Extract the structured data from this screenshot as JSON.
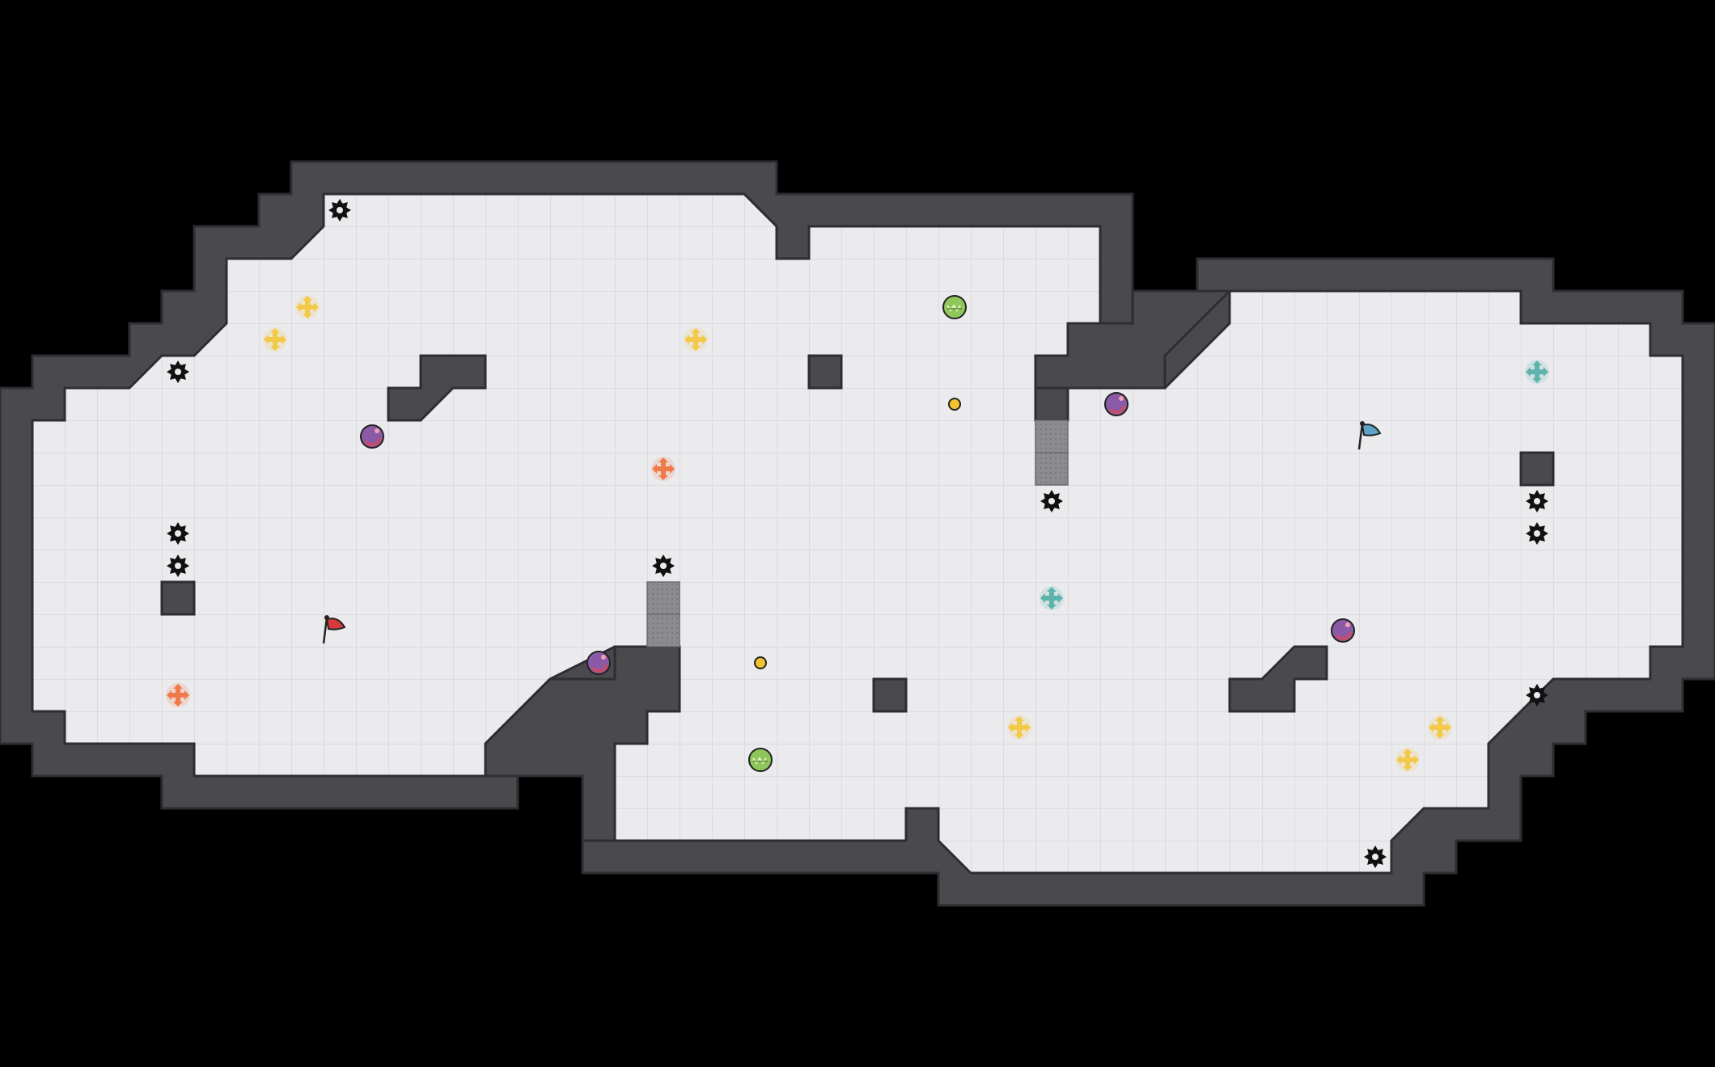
{
  "game": {
    "name": "",
    "colors": {
      "background": "#000000",
      "wall": "#4a494e",
      "wall_edge": "#2e2d31",
      "floor": "#ebebee",
      "floor_grid": "#d6d6db",
      "crate": "#8c8c8f",
      "spike": "#111111",
      "orb": "#8a5aa6",
      "orb_ring": "#c34d6c",
      "bouncer_yellow": "#f3c94a",
      "bouncer_orange": "#f07a4a",
      "bouncer_teal": "#5fb3ad",
      "coin": "#f2c230",
      "pad_green": "#8fc65a",
      "red_flag": "#d63a3a",
      "blue_flag": "#5fa3c9"
    },
    "grid": {
      "cell_size": 40,
      "origin_x": 0,
      "origin_y": 0
    },
    "floor_regions": [
      [
        1,
        12,
        2,
        12
      ],
      [
        1,
        13,
        1,
        16
      ],
      [
        1,
        14,
        2,
        16
      ],
      [
        2,
        12,
        1,
        10
      ],
      [
        2,
        8,
        13,
        15
      ],
      [
        3,
        8,
        6,
        16
      ],
      [
        4,
        7,
        9,
        16
      ],
      [
        5,
        6,
        10,
        17
      ],
      [
        7,
        6,
        13,
        18
      ],
      [
        9,
        6,
        8,
        17
      ],
      [
        10,
        6,
        6,
        17
      ],
      [
        10,
        7,
        5,
        16
      ],
      [
        14,
        5,
        12,
        24
      ],
      [
        17,
        4,
        16,
        26
      ],
      [
        19,
        6,
        7,
        24
      ],
      [
        21,
        7,
        4,
        23
      ],
      [
        23,
        5,
        5,
        26
      ],
      [
        26,
        6,
        11,
        26
      ],
      [
        37,
        6,
        2,
        26
      ],
      [
        38,
        10,
        1,
        19
      ],
      [
        39,
        13,
        4,
        25
      ],
      [
        41,
        10,
        1,
        19
      ],
      [
        43,
        9,
        15,
        17
      ],
      [
        44,
        8,
        16,
        16
      ],
      [
        48,
        8,
        18,
        23
      ],
      [
        50,
        9,
        14,
        24
      ],
      [
        52,
        10,
        12,
        25
      ],
      [
        53,
        11,
        11,
        25
      ],
      [
        55,
        12,
        10,
        25
      ],
      [
        55,
        14,
        8,
        23
      ],
      [
        57,
        14,
        6,
        23
      ],
      [
        59,
        15,
        4,
        23
      ],
      [
        61,
        16,
        2,
        23
      ],
      [
        62,
        18,
        2,
        24
      ]
    ],
    "spikes": [
      {
        "c": 10,
        "r": 6
      },
      {
        "c": 5,
        "r": 11
      },
      {
        "c": 5,
        "r": 16
      },
      {
        "c": 5,
        "r": 17
      },
      {
        "c": 20,
        "r": 17
      },
      {
        "c": 32,
        "r": 15
      },
      {
        "c": 47,
        "r": 15
      },
      {
        "c": 47,
        "r": 16
      },
      {
        "c": 47,
        "r": 21
      },
      {
        "c": 42,
        "r": 26
      }
    ],
    "orbs": [
      {
        "c": 11,
        "r": 13
      },
      {
        "c": 18,
        "r": 20
      },
      {
        "c": 34,
        "r": 12
      },
      {
        "c": 41,
        "r": 19
      }
    ],
    "bouncers": [
      {
        "c": 9,
        "r": 9,
        "color": "bouncer_yellow"
      },
      {
        "c": 8,
        "r": 10,
        "color": "bouncer_yellow"
      },
      {
        "c": 21,
        "r": 10,
        "color": "bouncer_yellow"
      },
      {
        "c": 20,
        "r": 14,
        "color": "bouncer_orange"
      },
      {
        "c": 5,
        "r": 21,
        "color": "bouncer_orange"
      },
      {
        "c": 47,
        "r": 11,
        "color": "bouncer_teal"
      },
      {
        "c": 32,
        "r": 18,
        "color": "bouncer_teal"
      },
      {
        "c": 31,
        "r": 22,
        "color": "bouncer_yellow"
      },
      {
        "c": 44,
        "r": 22,
        "color": "bouncer_yellow"
      },
      {
        "c": 43,
        "r": 23,
        "color": "bouncer_yellow"
      }
    ],
    "coins": [
      {
        "c": 29,
        "r": 12
      },
      {
        "c": 23,
        "r": 20
      }
    ],
    "pads": [
      {
        "c": 29,
        "r": 9
      },
      {
        "c": 23,
        "r": 23
      }
    ],
    "crates": [
      {
        "c": 32,
        "r": 13
      },
      {
        "c": 32,
        "r": 14
      },
      {
        "c": 20,
        "r": 18
      },
      {
        "c": 20,
        "r": 19
      }
    ],
    "flags": [
      {
        "c": 10,
        "r": 19,
        "color": "red_flag",
        "name": "red-flag"
      },
      {
        "c": 42,
        "r": 13,
        "color": "blue_flag",
        "name": "blue-flag"
      }
    ]
  }
}
